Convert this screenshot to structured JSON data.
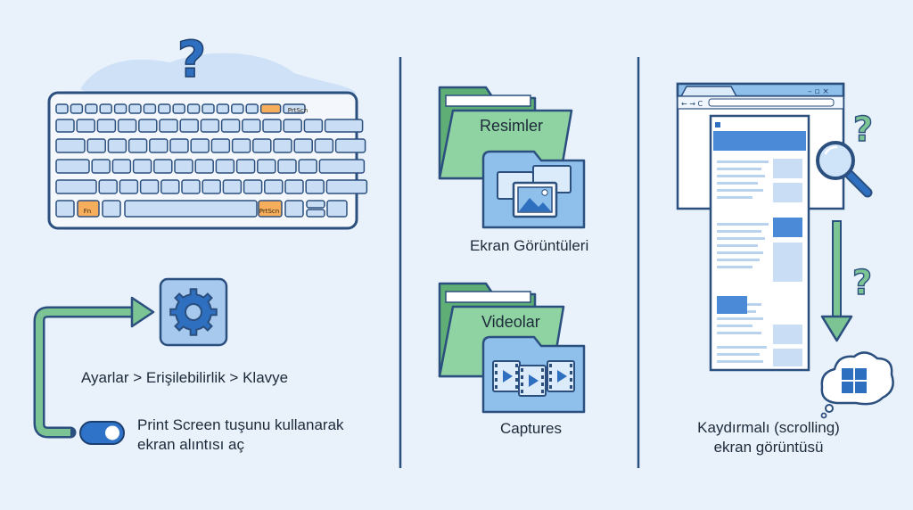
{
  "keyboard": {
    "help_glyph": "?",
    "fn_key": "Fn",
    "prtscn_key": "PrtScn"
  },
  "settings": {
    "path": "Ayarlar > Erişilebilirlik > Klavye",
    "toggle_label": [
      "Print Screen tuşunu kullanarak",
      "ekran alıntısı aç"
    ],
    "toggle_on": true
  },
  "folders": [
    {
      "name": "Resimler",
      "subfolder": "Ekran Görüntüleri",
      "icon": "image-icon"
    },
    {
      "name": "Videolar",
      "subfolder": "Captures",
      "icon": "video-icon"
    }
  ],
  "scrolling": {
    "caption": [
      "Kaydırmalı (scrolling)",
      "ekran görüntüsü"
    ],
    "help_glyph": "?",
    "cloud_icon": "windows-logo-icon"
  },
  "colors": {
    "stroke": "#2b4f7e",
    "key_fill": "#c9def4",
    "accent_key": "#f6ad5c",
    "folder_green": "#72c48a",
    "folder_blue": "#8fc0ec",
    "arrow_green": "#7cc493",
    "toggle_blue": "#2e73c8",
    "gear_blue": "#2f6fc0"
  }
}
